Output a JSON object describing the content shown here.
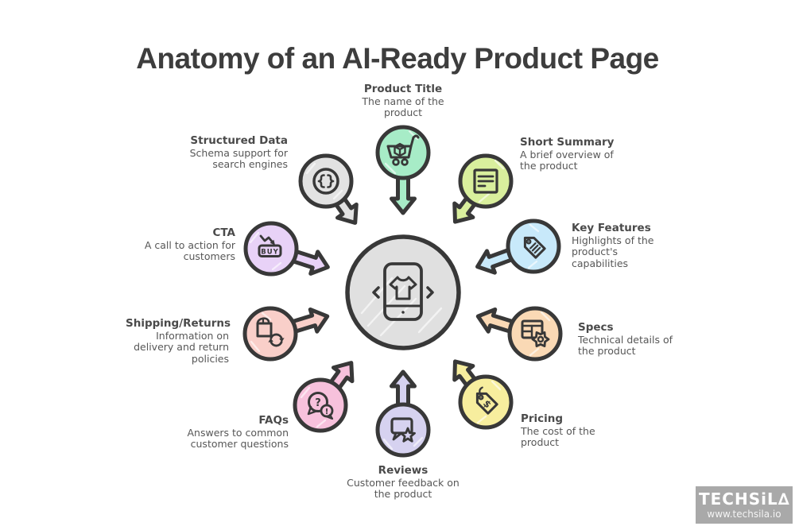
{
  "page_title": "Anatomy of an AI-Ready Product Page",
  "hub": {
    "color": "#e0e0e0",
    "icon": "smartphone-product-carousel-icon"
  },
  "nodes": [
    {
      "id": "product-title",
      "label": "Product Title",
      "desc": "The name of the product",
      "color": "#a7ecc7",
      "icon": "shopping-cart-icon"
    },
    {
      "id": "structured-data",
      "label": "Structured Data",
      "desc": "Schema support for search engines",
      "color": "#e2e2e2",
      "icon": "code-braces-icon"
    },
    {
      "id": "short-summary",
      "label": "Short Summary",
      "desc": "A brief overview of the product",
      "color": "#d9ef9d",
      "icon": "document-icon"
    },
    {
      "id": "cta",
      "label": "CTA",
      "desc": "A call to action for customers",
      "color": "#e8d2f7",
      "icon": "buy-button-icon",
      "icon_text": "BUY"
    },
    {
      "id": "key-features",
      "label": "Key Features",
      "desc": "Highlights of the product's capabilities",
      "color": "#c8e9fa",
      "icon": "feature-tag-icon"
    },
    {
      "id": "shipping-returns",
      "label": "Shipping/Returns",
      "desc": "Information on delivery and return policies",
      "color": "#f9cfc9",
      "icon": "box-returns-icon"
    },
    {
      "id": "specs",
      "label": "Specs",
      "desc": "Technical details of the product",
      "color": "#fad9b5",
      "icon": "spec-table-gear-icon"
    },
    {
      "id": "faqs",
      "label": "FAQs",
      "desc": "Answers to common customer questions",
      "color": "#f7c1dc",
      "icon": "question-answer-bubbles-icon",
      "icon_q": "?",
      "icon_x": "!"
    },
    {
      "id": "pricing",
      "label": "Pricing",
      "desc": "The cost of the product",
      "color": "#f7ee9e",
      "icon": "price-tag-icon",
      "icon_text": "$"
    },
    {
      "id": "reviews",
      "label": "Reviews",
      "desc": "Customer feedback on the product",
      "color": "#d6d2f0",
      "icon": "review-bubble-star-icon"
    }
  ],
  "logo": {
    "brand": "TECHSiL∆",
    "site": "www.techsila.io"
  }
}
